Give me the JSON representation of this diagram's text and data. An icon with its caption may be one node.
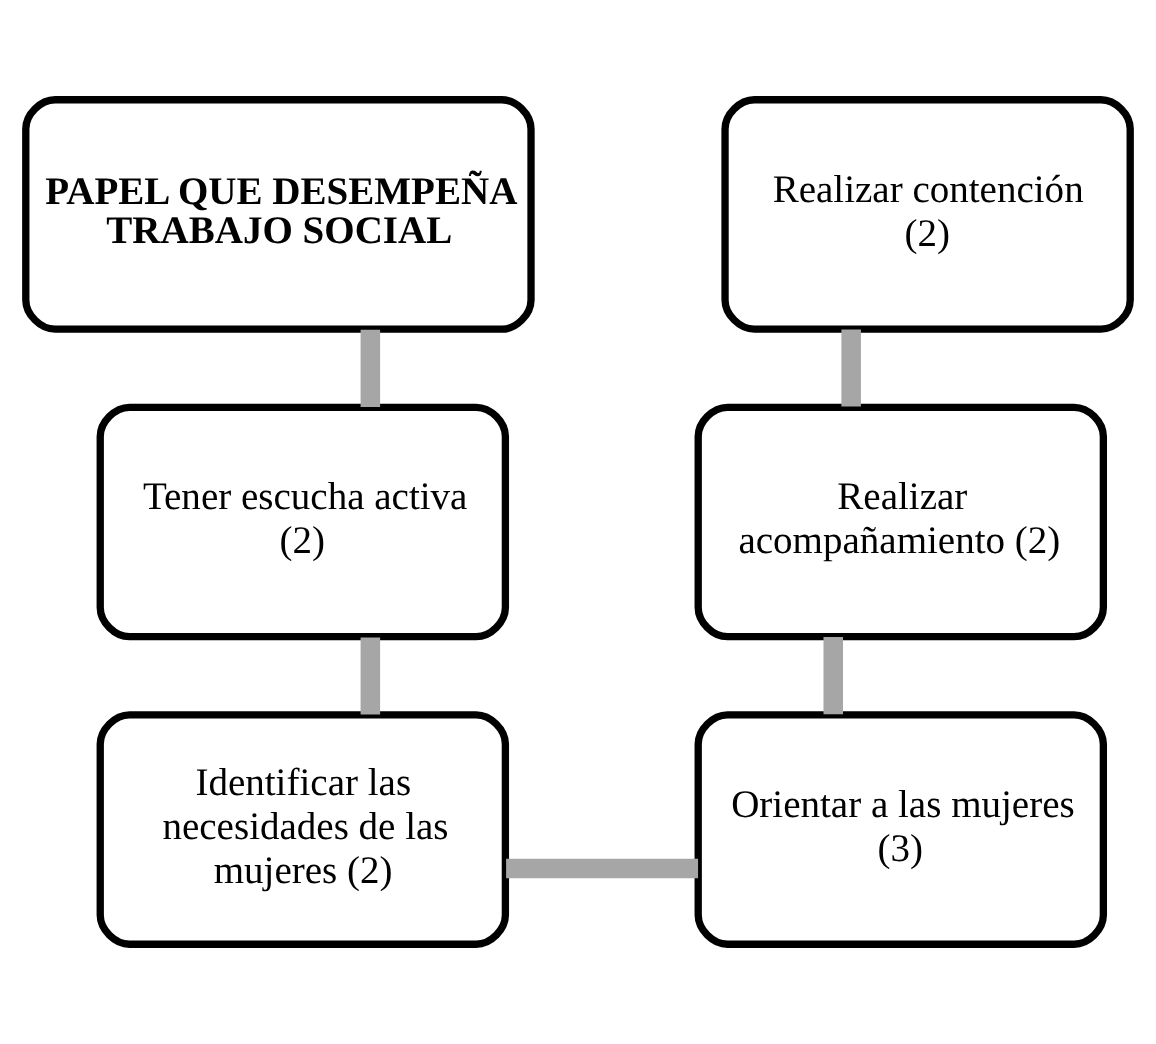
{
  "diagram": {
    "nodes": [
      {
        "text": [
          "PAPEL QUE DESEMPEÑA TRABAJO SOCIAL"
        ]
      },
      {
        "text": [
          "Tener escucha activa (2)"
        ]
      },
      {
        "text": [
          "Identificar las necesidades de las mujeres (2)"
        ]
      },
      {
        "text": [
          "Orientar a las mujeres (3)"
        ]
      },
      {
        "text": [
          "Realizar acompañamiento (2)"
        ]
      },
      {
        "text": [
          "Realizar contención (2)"
        ]
      }
    ],
    "edges": [
      {
        "from": 0,
        "to": 1,
        "arrow": "none"
      },
      {
        "from": 1,
        "to": 2,
        "arrow": "none"
      },
      {
        "from": 2,
        "to": 3,
        "arrow": "none"
      },
      {
        "from": 3,
        "to": 4,
        "arrow": "none"
      },
      {
        "from": 4,
        "to": 5,
        "arrow": "none"
      }
    ]
  }
}
